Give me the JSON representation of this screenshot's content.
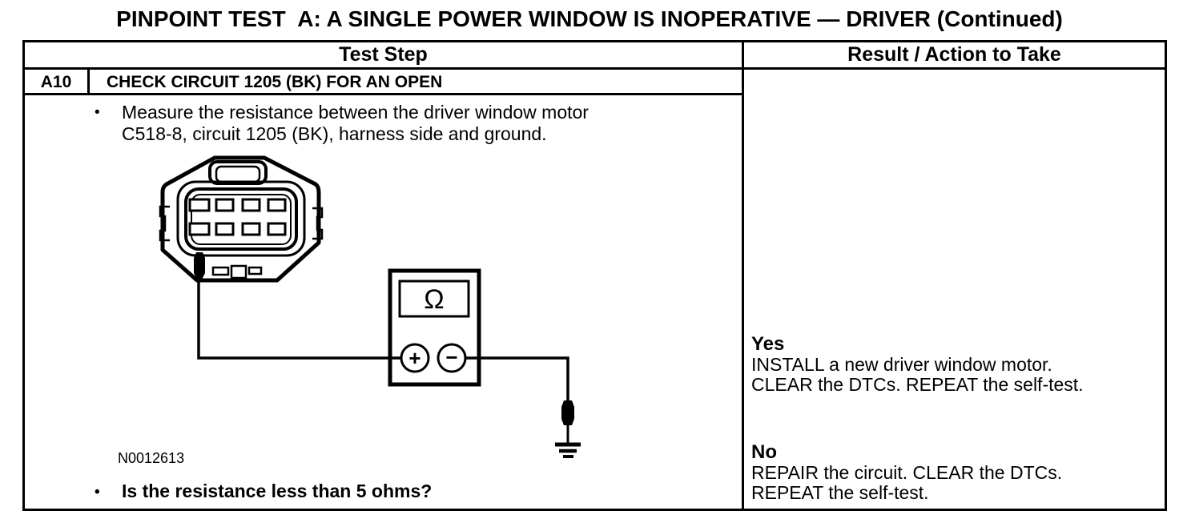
{
  "title": "PINPOINT TEST  A: A SINGLE POWER WINDOW IS INOPERATIVE — DRIVER (Continued)",
  "table": {
    "headers": {
      "test_step": "Test Step",
      "result": "Result / Action to Take"
    },
    "step": {
      "id": "A10",
      "name": "CHECK CIRCUIT 1205 (BK) FOR AN OPEN",
      "bullet_glyph": "•",
      "instruction_lines": [
        "Measure the resistance between the driver window motor",
        "C518-8, circuit 1205 (BK), harness side and ground."
      ],
      "figure_id": "N0012613",
      "question": "Is the resistance less than 5 ohms?"
    },
    "results": {
      "yes": {
        "label": "Yes",
        "action_lines": [
          "INSTALL a new driver window motor.",
          "CLEAR the DTCs. REPEAT the self-test."
        ]
      },
      "no": {
        "label": "No",
        "action_lines": [
          "REPAIR the circuit. CLEAR the DTCs.",
          "REPEAT the self-test."
        ]
      }
    }
  },
  "diagram": {
    "connector_pins": 8,
    "meter_display_symbol": "Ω",
    "meter_positive_label": "+",
    "meter_negative_label": "−"
  },
  "colors": {
    "ink": "#000000",
    "paper": "#ffffff"
  }
}
